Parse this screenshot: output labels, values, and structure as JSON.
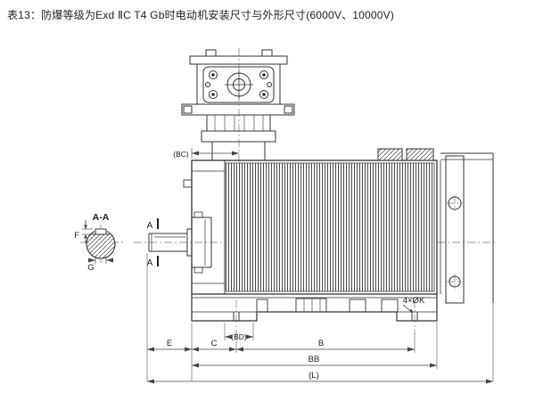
{
  "title": "表13：防爆等级为Exd ⅡC T4 Gb时电动机安装尺寸与外形尺寸(6000V、10000V)",
  "section_view": {
    "label": "A-A",
    "dim_f": "F",
    "dim_g": "G"
  },
  "section_markers": {
    "top": "A",
    "bottom": "A"
  },
  "dimensions": {
    "bc": "(BC)",
    "bd": "(BD)",
    "e": "E",
    "c": "C",
    "b": "B",
    "bb": "BB",
    "l": "(L)",
    "holes": "4×ØK"
  },
  "colors": {
    "line": "#333333",
    "thin_line": "#555555",
    "text": "#1c1c1c",
    "background": "#ffffff"
  }
}
